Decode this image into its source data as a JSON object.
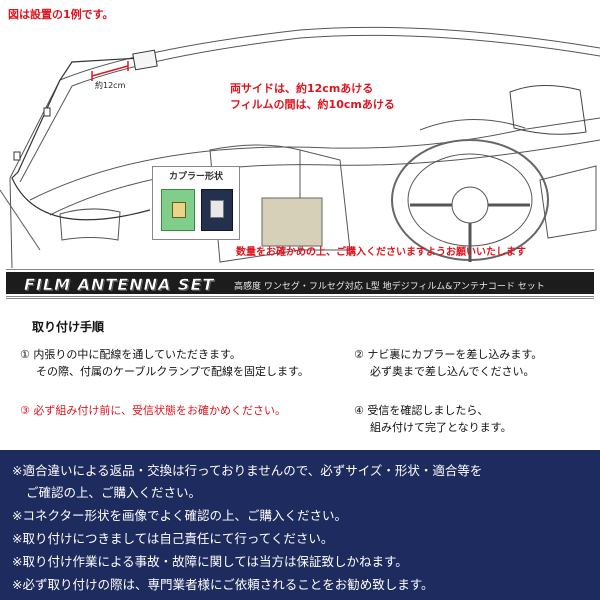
{
  "diagram": {
    "note_top": "図は設置の1例です。",
    "distance_label": "約12cm",
    "spacing_line1": "両サイドは、約12cmあける",
    "spacing_line2": "フィルムの間は、約10cmあける",
    "coupler_title": "カプラー形状",
    "quantity_note": "数量をお確かめの上、ご購入くださいますようお願いいたします"
  },
  "banner": {
    "title": "FILM ANTENNA SET",
    "subtitle": "高感度 ワンセグ・フルセグ対応 L型 地デジフィルム&アンテナコード セット"
  },
  "installation": {
    "title": "取り付け手順",
    "steps": [
      {
        "line1": "① 内張りの中に配線を通していただきます。",
        "line2": "その際、付属のケーブルクランプで配線を固定します。"
      },
      {
        "line1": "② ナビ裏にカプラーを差し込みます。",
        "line2": "必ず奥まで差し込んでください。"
      },
      {
        "line1": "③ 必ず組み付け前に、受信状態をお確かめください。"
      },
      {
        "line1": "④ 受信を確認しましたら、",
        "line2": "組み付けて完了となります。"
      }
    ]
  },
  "notices": [
    "※適合違いによる返品・交換は行っておりませんので、必ずサイズ・形状・適合等を",
    "ご確認の上、ご購入ください。",
    "※コネクター形状を画像でよく確認の上、ご購入ください。",
    "※取り付けにつきましては自己責任にて行ってください。",
    "※取り付け作業による事故・故障に関しては当方は保証致しかねます。",
    "※必ず取り付けの際は、専門業者様にご依頼されることをお勧め致します。"
  ],
  "colors": {
    "accent_red": "#e0141e",
    "notice_background": "#1e2b5e",
    "banner_background": "#1c1c1c",
    "coupler_green": "#7fcf8a",
    "coupler_navy": "#23314f"
  }
}
